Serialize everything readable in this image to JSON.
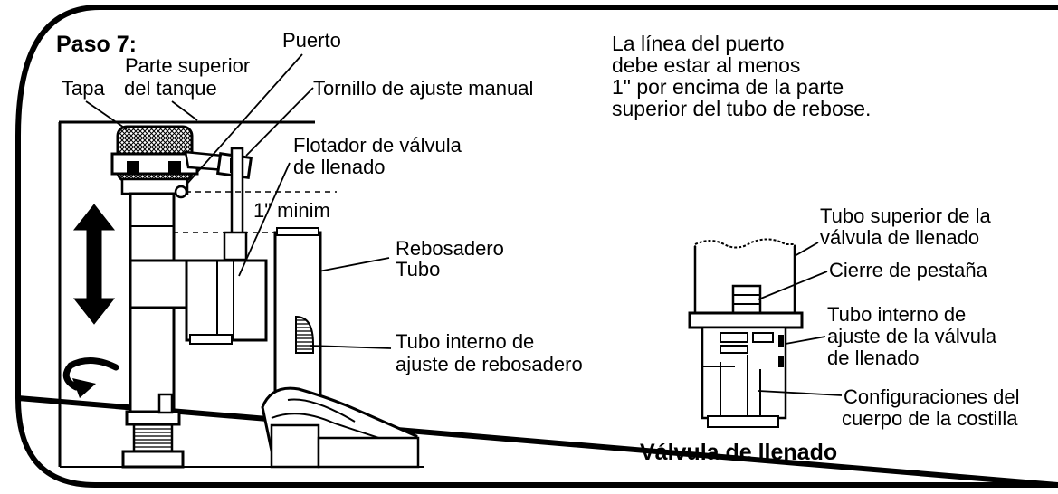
{
  "step": "Paso 7:",
  "labels": {
    "puerto": "Puerto",
    "parte_superior_line1": "Parte superior",
    "parte_superior_line2": "del tanque",
    "tapa": "Tapa",
    "tornillo": "Tornillo de ajuste manual",
    "flotador_line1": "Flotador de válvula",
    "flotador_line2": "de llenado",
    "minim": "1\" minim",
    "rebosadero_line1": "Rebosadero",
    "rebosadero_line2": "Tubo",
    "tubo_interno_reb_line1": "Tubo interno de",
    "tubo_interno_reb_line2": "ajuste de rebosadero"
  },
  "note": {
    "line1": "La línea del puerto",
    "line2": "debe estar al menos",
    "line3": "1\" por encima de la parte",
    "line4": "superior del tubo de rebose."
  },
  "valve_labels": {
    "tubo_superior_line1": "Tubo superior de la",
    "tubo_superior_line2": "válvula de llenado",
    "cierre": "Cierre de pestaña",
    "tubo_interno_line1": "Tubo interno de",
    "tubo_interno_line2": "ajuste de la válvula",
    "tubo_interno_line3": "de llenado",
    "config_line1": "Configuraciones del",
    "config_line2": "cuerpo de la costilla",
    "title": "Válvula de llenado"
  }
}
